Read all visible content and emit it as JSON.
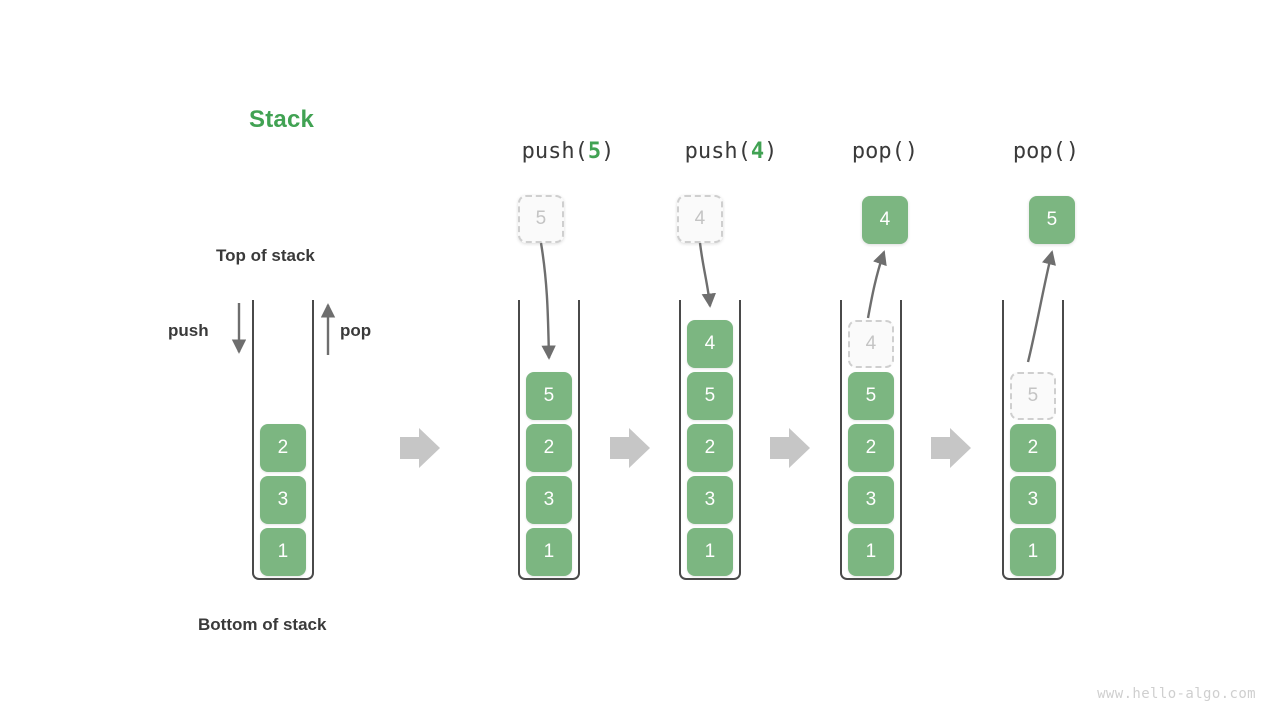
{
  "diagram": {
    "title": "Stack",
    "title_color": "#41a253",
    "labels": {
      "top_of_stack": "Top of stack",
      "bottom_of_stack": "Bottom of stack",
      "push": "push",
      "pop": "pop"
    },
    "colors": {
      "cell_fill": "#7cb681",
      "cell_text": "#ffffff",
      "ghost_fill": "#fafafa",
      "ghost_border": "#cfcfcf",
      "ghost_text": "#c4c4c4",
      "container_stroke": "#4a4a4a",
      "arrow": "#6e6e6e",
      "step_arrow": "#c6c6c6",
      "text": "#3a3a3a"
    },
    "step_arrows": [
      "step-arrow-1",
      "step-arrow-2",
      "step-arrow-3"
    ],
    "columns": [
      {
        "id": "initial",
        "header": null,
        "header_op": null,
        "header_arg": null,
        "cells": [
          {
            "value": "2",
            "state": "solid"
          },
          {
            "value": "3",
            "state": "solid"
          },
          {
            "value": "1",
            "state": "solid"
          }
        ],
        "floating": null
      },
      {
        "id": "push-5",
        "header": "push(5)",
        "header_op": "push(",
        "header_arg": "5",
        "header_close": ")",
        "cells": [
          {
            "value": "5",
            "state": "solid"
          },
          {
            "value": "2",
            "state": "solid"
          },
          {
            "value": "3",
            "state": "solid"
          },
          {
            "value": "1",
            "state": "solid"
          }
        ],
        "floating": {
          "value": "5",
          "state": "ghost",
          "direction": "in"
        }
      },
      {
        "id": "push-4",
        "header": "push(4)",
        "header_op": "push(",
        "header_arg": "4",
        "header_close": ")",
        "cells": [
          {
            "value": "4",
            "state": "solid"
          },
          {
            "value": "5",
            "state": "solid"
          },
          {
            "value": "2",
            "state": "solid"
          },
          {
            "value": "3",
            "state": "solid"
          },
          {
            "value": "1",
            "state": "solid"
          }
        ],
        "floating": {
          "value": "4",
          "state": "ghost",
          "direction": "in"
        }
      },
      {
        "id": "pop-1",
        "header": "pop()",
        "header_op": "pop()",
        "header_arg": null,
        "header_close": "",
        "cells": [
          {
            "value": "4",
            "state": "ghost"
          },
          {
            "value": "5",
            "state": "solid"
          },
          {
            "value": "2",
            "state": "solid"
          },
          {
            "value": "3",
            "state": "solid"
          },
          {
            "value": "1",
            "state": "solid"
          }
        ],
        "floating": {
          "value": "4",
          "state": "solid",
          "direction": "out"
        }
      },
      {
        "id": "pop-2",
        "header": "pop()",
        "header_op": "pop()",
        "header_arg": null,
        "header_close": "",
        "cells": [
          {
            "value": "5",
            "state": "ghost"
          },
          {
            "value": "2",
            "state": "solid"
          },
          {
            "value": "3",
            "state": "solid"
          },
          {
            "value": "1",
            "state": "solid"
          }
        ],
        "floating": {
          "value": "5",
          "state": "solid",
          "direction": "out"
        }
      }
    ],
    "watermark": "www.hello-algo.com"
  }
}
